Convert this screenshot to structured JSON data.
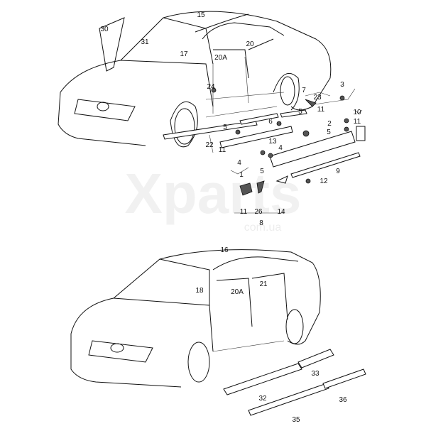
{
  "diagram": {
    "watermark": {
      "brand": "Xparts",
      "domain": "com.ua"
    },
    "sedan_labels": [
      "30",
      "31",
      "15",
      "17",
      "20A",
      "20",
      "24",
      "7",
      "23",
      "3",
      "11",
      "10",
      "11",
      "6",
      "5",
      "5",
      "2",
      "5",
      "13",
      "4",
      "22",
      "11",
      "4",
      "1",
      "5",
      "9",
      "12",
      "11",
      "26",
      "14",
      "8"
    ],
    "wagon_labels": [
      "16",
      "18",
      "20A",
      "21",
      "33",
      "32",
      "36",
      "35"
    ]
  }
}
